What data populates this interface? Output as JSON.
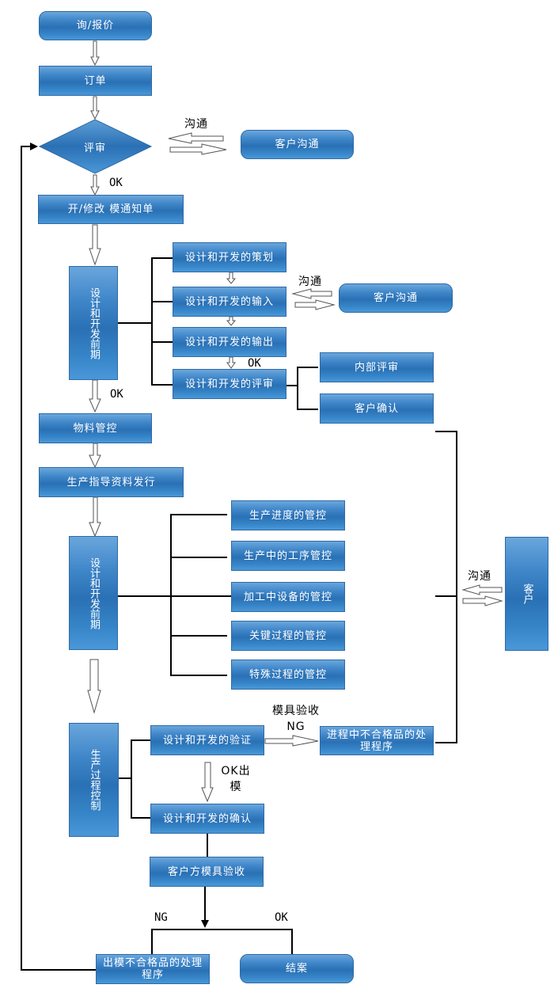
{
  "nodes": {
    "inquiry": "询/报价",
    "order": "订单",
    "review": "评审",
    "customer_comm_1": "客户沟通",
    "open_modify": "开/修改 模通知单",
    "design_early_1": "设计和开发前期",
    "plan": "设计和开发的策划",
    "input": "设计和开发的输入",
    "customer_comm_2": "客户沟通",
    "output": "设计和开发的输出",
    "design_review": "设计和开发的评审",
    "internal_review": "内部评审",
    "customer_confirm": "客户确认",
    "material_control": "物料管控",
    "production_docs": "生产指导资料发行",
    "design_early_2": "设计和开发前期",
    "progress_control": "生产进度的管控",
    "process_control": "生产中的工序管控",
    "equipment_control": "加工中设备的管控",
    "key_process_control": "关键过程的管控",
    "special_process_control": "特殊过程的管控",
    "customer": "客户",
    "production_process_control": "生产过程控制",
    "verification": "设计和开发的验证",
    "in_process_ng": "进程中不合格品的处理程序",
    "validation": "设计和开发的确认",
    "customer_acceptance": "客户方模具验收",
    "outgoing_ng": "出模不合格品的处理程序",
    "close_case": "结案"
  },
  "labels": {
    "comm_1": "沟通",
    "ok_review": "OK",
    "comm_2": "沟通",
    "ok_output": "OK",
    "ok_design_early": "OK",
    "comm_3": "沟通",
    "mold_ng": "模具验收NG",
    "ok_out": "OK出模",
    "ng": "NG",
    "ok_final": "OK"
  }
}
